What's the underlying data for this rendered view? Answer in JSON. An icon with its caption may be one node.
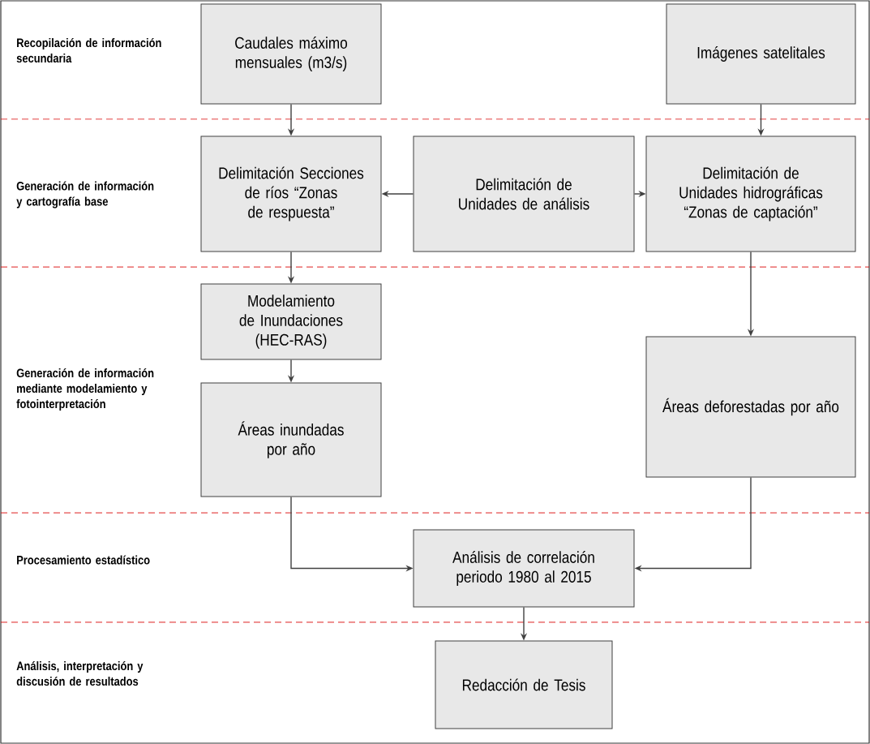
{
  "diagram": {
    "nodes": [
      {
        "text": [
          "Caudales máximo mensuales (m3/s)"
        ]
      },
      {
        "text": [
          "Imágenes satelitales"
        ]
      },
      {
        "text": [
          "Delimitación Secciones de ríos “Zonas de respuesta”"
        ]
      },
      {
        "text": [
          "Delimitación de Unidades de análisis"
        ]
      },
      {
        "text": [
          "Delimitación de Unidades hidrográficas “Zonas de captación”"
        ]
      },
      {
        "text": [
          "Modelamiento de Inundaciones (HEC-RAS)"
        ]
      },
      {
        "text": [
          "Áreas inundadas por año"
        ]
      },
      {
        "text": [
          "Áreas deforestadas por año"
        ]
      },
      {
        "text": [
          "Análisis de correlación periodo 1980 al 2015"
        ]
      },
      {
        "text": [
          "Redacción de Tesis"
        ]
      }
    ],
    "edges": [
      {
        "from": 0,
        "to": 2,
        "arrow": "to"
      },
      {
        "from": 1,
        "to": 4,
        "arrow": "to"
      },
      {
        "from": 3,
        "to": 2,
        "arrow": "to"
      },
      {
        "from": 3,
        "to": 4,
        "arrow": "to"
      },
      {
        "from": 2,
        "to": 5,
        "arrow": "to"
      },
      {
        "from": 4,
        "to": 7,
        "arrow": "to"
      },
      {
        "from": 5,
        "to": 6,
        "arrow": "to"
      },
      {
        "from": 6,
        "to": 8,
        "arrow": "to"
      },
      {
        "from": 7,
        "to": 8,
        "arrow": "to"
      },
      {
        "from": 8,
        "to": 9,
        "arrow": "to"
      }
    ],
    "labels": [
      "Recopilación de información secundaria",
      "Generación de información y cartografía base",
      "Generación de información mediante modelamiento y fotointerpretación",
      "Procesamiento estadístico",
      "Análisis, interpretación y discusión de resultados"
    ]
  }
}
